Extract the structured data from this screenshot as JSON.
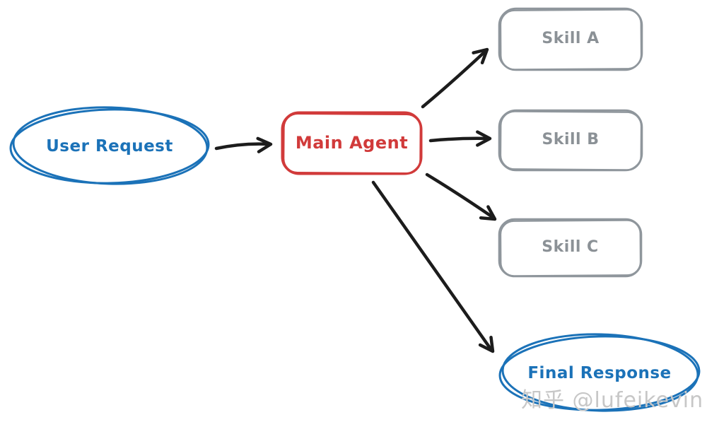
{
  "diagram": {
    "background_color": "#ffffff",
    "arrow_color": "#1c1c1c",
    "nodes": [
      {
        "id": "user-request",
        "label": "User Request",
        "shape": "ellipse",
        "stroke_color": "#1b72b8"
      },
      {
        "id": "main-agent",
        "label": "Main Agent",
        "shape": "rounded-rectangle",
        "stroke_color": "#d13a3a"
      },
      {
        "id": "skill-a",
        "label": "Skill A",
        "shape": "rounded-rectangle",
        "stroke_color": "#8f969c"
      },
      {
        "id": "skill-b",
        "label": "Skill B",
        "shape": "rounded-rectangle",
        "stroke_color": "#8f969c"
      },
      {
        "id": "skill-c",
        "label": "Skill C",
        "shape": "rounded-rectangle",
        "stroke_color": "#8f969c"
      },
      {
        "id": "final-response",
        "label": "Final Response",
        "shape": "ellipse",
        "stroke_color": "#1b72b8"
      }
    ],
    "edges": [
      {
        "from": "User Request",
        "to": "Main Agent"
      },
      {
        "from": "Main Agent",
        "to": "Skill A"
      },
      {
        "from": "Main Agent",
        "to": "Skill B"
      },
      {
        "from": "Main Agent",
        "to": "Skill C"
      },
      {
        "from": "Main Agent",
        "to": "Final Response"
      }
    ],
    "watermark": {
      "text": "知乎 @lufeikevin",
      "color": "#c7c7c7"
    }
  }
}
